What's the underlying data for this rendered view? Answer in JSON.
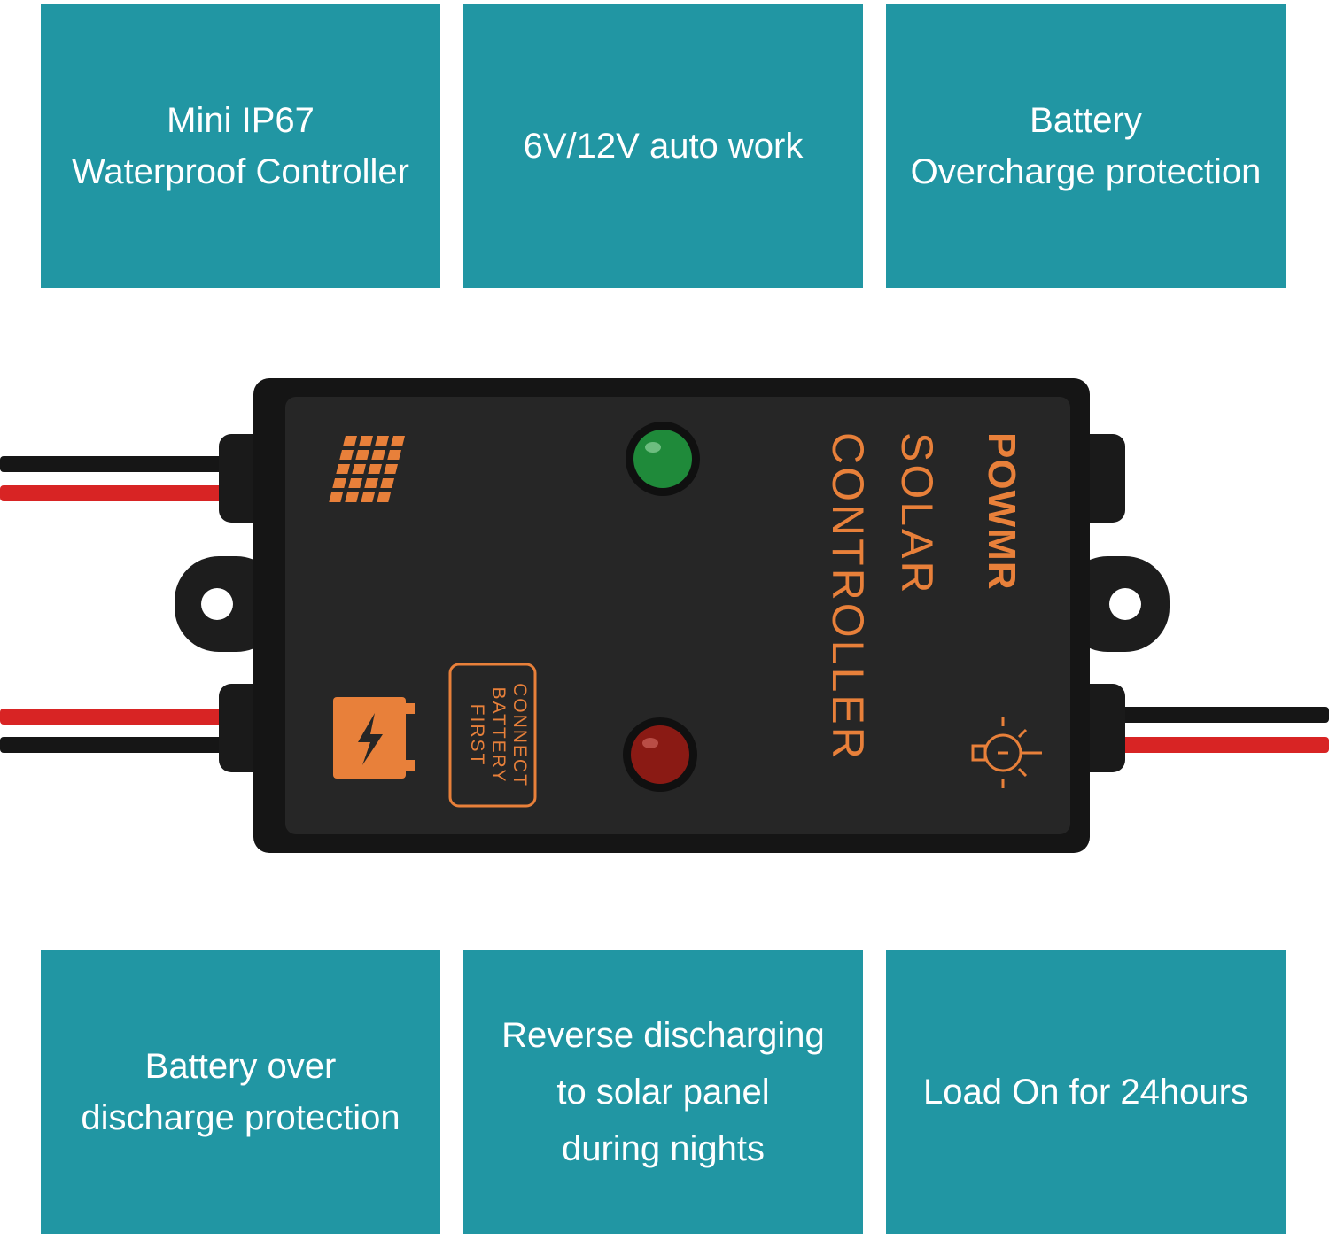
{
  "features": {
    "top": [
      {
        "lines": [
          "Mini IP67",
          "Waterproof Controller"
        ]
      },
      {
        "lines": [
          "6V/12V auto work"
        ]
      },
      {
        "lines": [
          "Battery",
          "Overcharge protection"
        ]
      }
    ],
    "bottom": [
      {
        "lines": [
          "Battery over",
          "discharge protection"
        ]
      },
      {
        "lines": [
          "Reverse discharging",
          "to solar panel",
          "during nights"
        ]
      },
      {
        "lines": [
          "Load On for 24hours"
        ]
      }
    ]
  },
  "device": {
    "brand": "POWMR",
    "product_line1": "SOLAR",
    "product_line2": "CONTROLLER",
    "notice_lines": [
      "CONNECT",
      "BATTERY",
      "FIRST"
    ],
    "led_top_color": "#1f8a3a",
    "led_bottom_color": "#8a1a14",
    "accent_color": "#e8803a"
  },
  "colors": {
    "panel": "#2196a3",
    "body": "#1c1c1c"
  }
}
